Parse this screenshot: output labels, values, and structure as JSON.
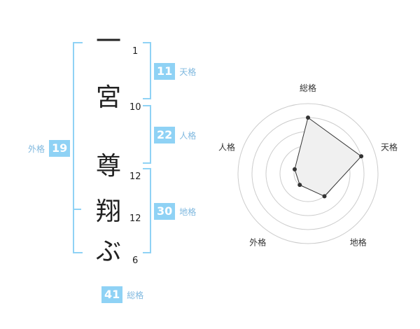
{
  "name": {
    "characters": [
      {
        "char": "一",
        "strokes": "1"
      },
      {
        "char": "宮",
        "strokes": "10"
      },
      {
        "char": "尊",
        "strokes": "12"
      },
      {
        "char": "翔",
        "strokes": "12"
      },
      {
        "char": "ぶ",
        "strokes": "6"
      }
    ]
  },
  "kakusu": {
    "tenkaku": {
      "label": "天格",
      "value": "11"
    },
    "jinkaku": {
      "label": "人格",
      "value": "22"
    },
    "chikaku": {
      "label": "地格",
      "value": "30"
    },
    "gaikaku": {
      "label": "外格",
      "value": "19"
    },
    "soukaku": {
      "label": "総格",
      "value": "41"
    }
  },
  "chart_data": {
    "type": "radar",
    "axes": [
      "総格",
      "天格",
      "地格",
      "外格",
      "人格"
    ],
    "values": [
      4,
      4,
      2,
      1,
      1
    ],
    "range": [
      0,
      5
    ],
    "rings": 5,
    "colors": {
      "fill": "#f0f0f0",
      "line": "#333333",
      "grid": "#cccccc",
      "accent": "#8fd2f5"
    }
  }
}
